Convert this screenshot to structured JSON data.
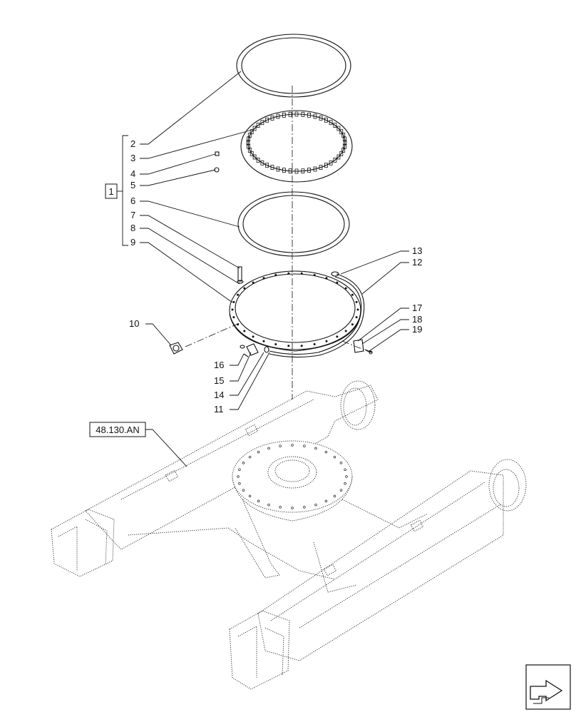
{
  "group_label": "1",
  "reference_label": "48.130.AN",
  "callouts": [
    {
      "id": "c2",
      "text": "2"
    },
    {
      "id": "c3",
      "text": "3"
    },
    {
      "id": "c4",
      "text": "4"
    },
    {
      "id": "c5",
      "text": "5"
    },
    {
      "id": "c6",
      "text": "6"
    },
    {
      "id": "c7",
      "text": "7"
    },
    {
      "id": "c8",
      "text": "8"
    },
    {
      "id": "c9",
      "text": "9"
    },
    {
      "id": "c10",
      "text": "10"
    },
    {
      "id": "c11",
      "text": "11"
    },
    {
      "id": "c12",
      "text": "12"
    },
    {
      "id": "c13",
      "text": "13"
    },
    {
      "id": "c14",
      "text": "14"
    },
    {
      "id": "c15",
      "text": "15"
    },
    {
      "id": "c16",
      "text": "16"
    },
    {
      "id": "c17",
      "text": "17"
    },
    {
      "id": "c18",
      "text": "18"
    },
    {
      "id": "c19",
      "text": "19"
    }
  ],
  "icons": {
    "navigation": "next-page-arrow-icon"
  }
}
